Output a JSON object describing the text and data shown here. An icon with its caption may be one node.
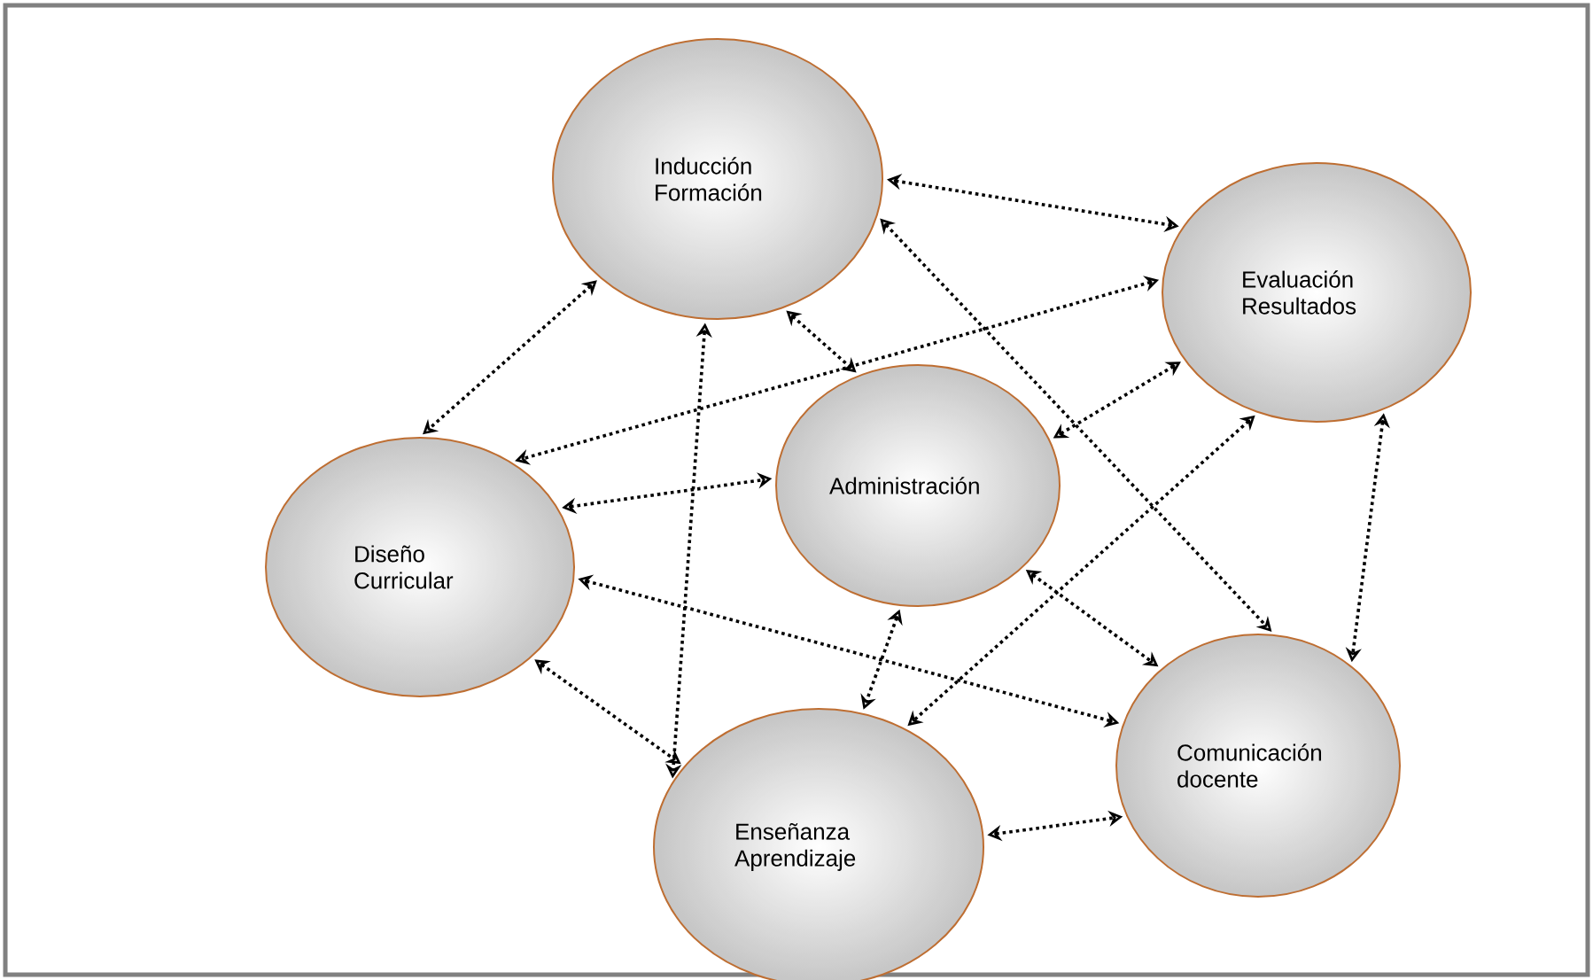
{
  "diagram": {
    "nodes": [
      {
        "text": [
          "Inducción Formación"
        ]
      },
      {
        "text": [
          "Evaluación Resultados"
        ]
      },
      {
        "text": [
          "Diseño Curricular"
        ]
      },
      {
        "text": [
          "Administración"
        ]
      },
      {
        "text": [
          "Comunicación docente"
        ]
      },
      {
        "text": [
          "Enseñanza Aprendizaje"
        ]
      }
    ],
    "edges": [
      {
        "from": 0,
        "to": 1,
        "arrow": "both"
      },
      {
        "from": 0,
        "to": 2,
        "arrow": "both"
      },
      {
        "from": 0,
        "to": 3,
        "arrow": "both"
      },
      {
        "from": 0,
        "to": 5,
        "arrow": "both"
      },
      {
        "from": 0,
        "to": 4,
        "arrow": "both"
      },
      {
        "from": 1,
        "to": 2,
        "arrow": "both"
      },
      {
        "from": 1,
        "to": 3,
        "arrow": "both"
      },
      {
        "from": 1,
        "to": 5,
        "arrow": "both"
      },
      {
        "from": 1,
        "to": 4,
        "arrow": "both"
      },
      {
        "from": 2,
        "to": 3,
        "arrow": "both"
      },
      {
        "from": 2,
        "to": 4,
        "arrow": "both"
      },
      {
        "from": 2,
        "to": 5,
        "arrow": "both"
      },
      {
        "from": 3,
        "to": 5,
        "arrow": "both"
      },
      {
        "from": 3,
        "to": 4,
        "arrow": "both"
      },
      {
        "from": 5,
        "to": 4,
        "arrow": "both"
      }
    ]
  }
}
